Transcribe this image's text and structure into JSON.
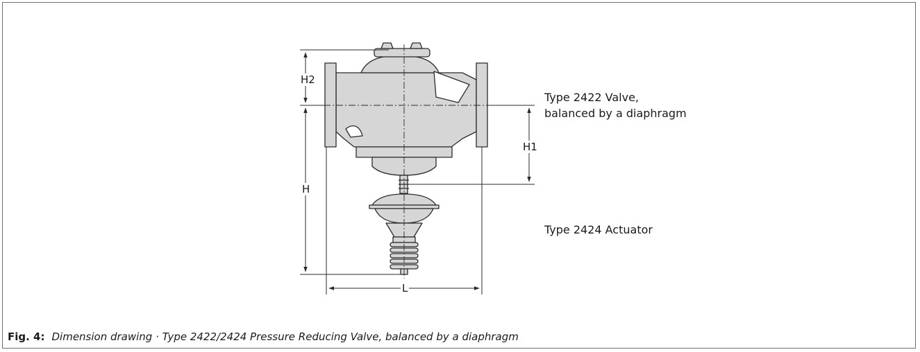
{
  "labels": {
    "valve_line1": "Type 2422 Valve,",
    "valve_line2": "balanced by a diaphragm",
    "actuator": "Type 2424 Actuator"
  },
  "dimensions": {
    "h2": "H2",
    "h1": "H1",
    "h": "H",
    "l": "L"
  },
  "caption": {
    "number": "Fig. 4:",
    "text": "Dimension drawing · Type 2422/2424 Pressure Reducing Valve, balanced by a diaphragm"
  },
  "colors": {
    "body_fill": "#d6d6d6",
    "line": "#2a2a2a",
    "frame": "#6e6e6e"
  }
}
